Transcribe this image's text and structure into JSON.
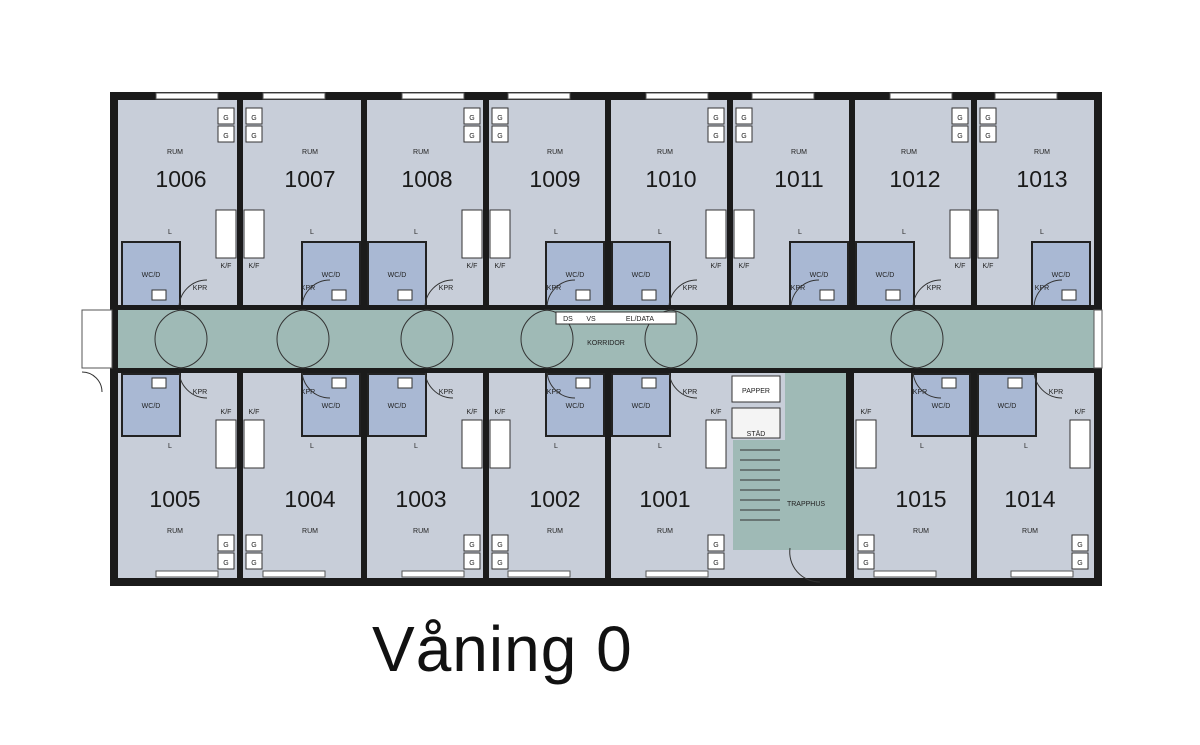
{
  "title": "Våning 0",
  "labels": {
    "room": "RUM",
    "wc": "WC/D",
    "kpr": "KPR",
    "kf": "K/F",
    "g": "G",
    "l": "L",
    "corridor": "KORRIDOR",
    "stairs": "TRAPPHUS",
    "paper": "PAPPER",
    "ds": "DS",
    "vs": "VS",
    "eldata": "EL/DATA",
    "stad": "STÄD"
  },
  "rooms_top": [
    "1006",
    "1007",
    "1008",
    "1009",
    "1010",
    "1011",
    "1012",
    "1013"
  ],
  "rooms_bottom": [
    "1005",
    "1004",
    "1003",
    "1002",
    "1001",
    "1015",
    "1014"
  ]
}
